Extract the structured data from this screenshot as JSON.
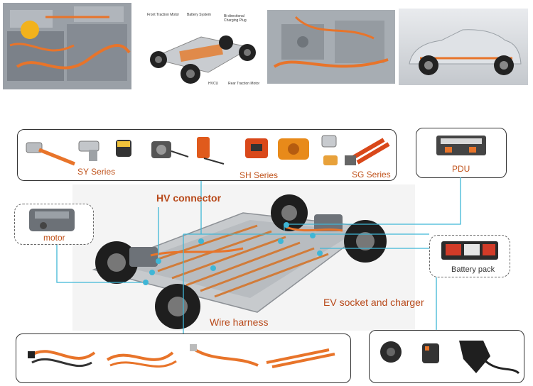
{
  "colors": {
    "accent": "#c0531c",
    "line": "#3fb6d6",
    "harness": "#e8742a",
    "border": "#333333"
  },
  "top_photos": {
    "photo2_labels": {
      "front_motor": "Front Traction Motor",
      "battery": "Battery System",
      "charging": "Bi-directional Charging Plug",
      "pcu": "HVCU",
      "rear_motor": "Rear Traction Motor"
    }
  },
  "connectors": {
    "sy_series": "SY Series",
    "sh_series": "SH Series",
    "sg_series": "SG Series"
  },
  "pdu_label": "PDU",
  "motor_label": "motor",
  "battery_pack_label": "Battery pack",
  "hv_connector_label": "HV connector",
  "ev_socket_label": "EV socket and  charger",
  "wire_harness_label": "Wire harness"
}
